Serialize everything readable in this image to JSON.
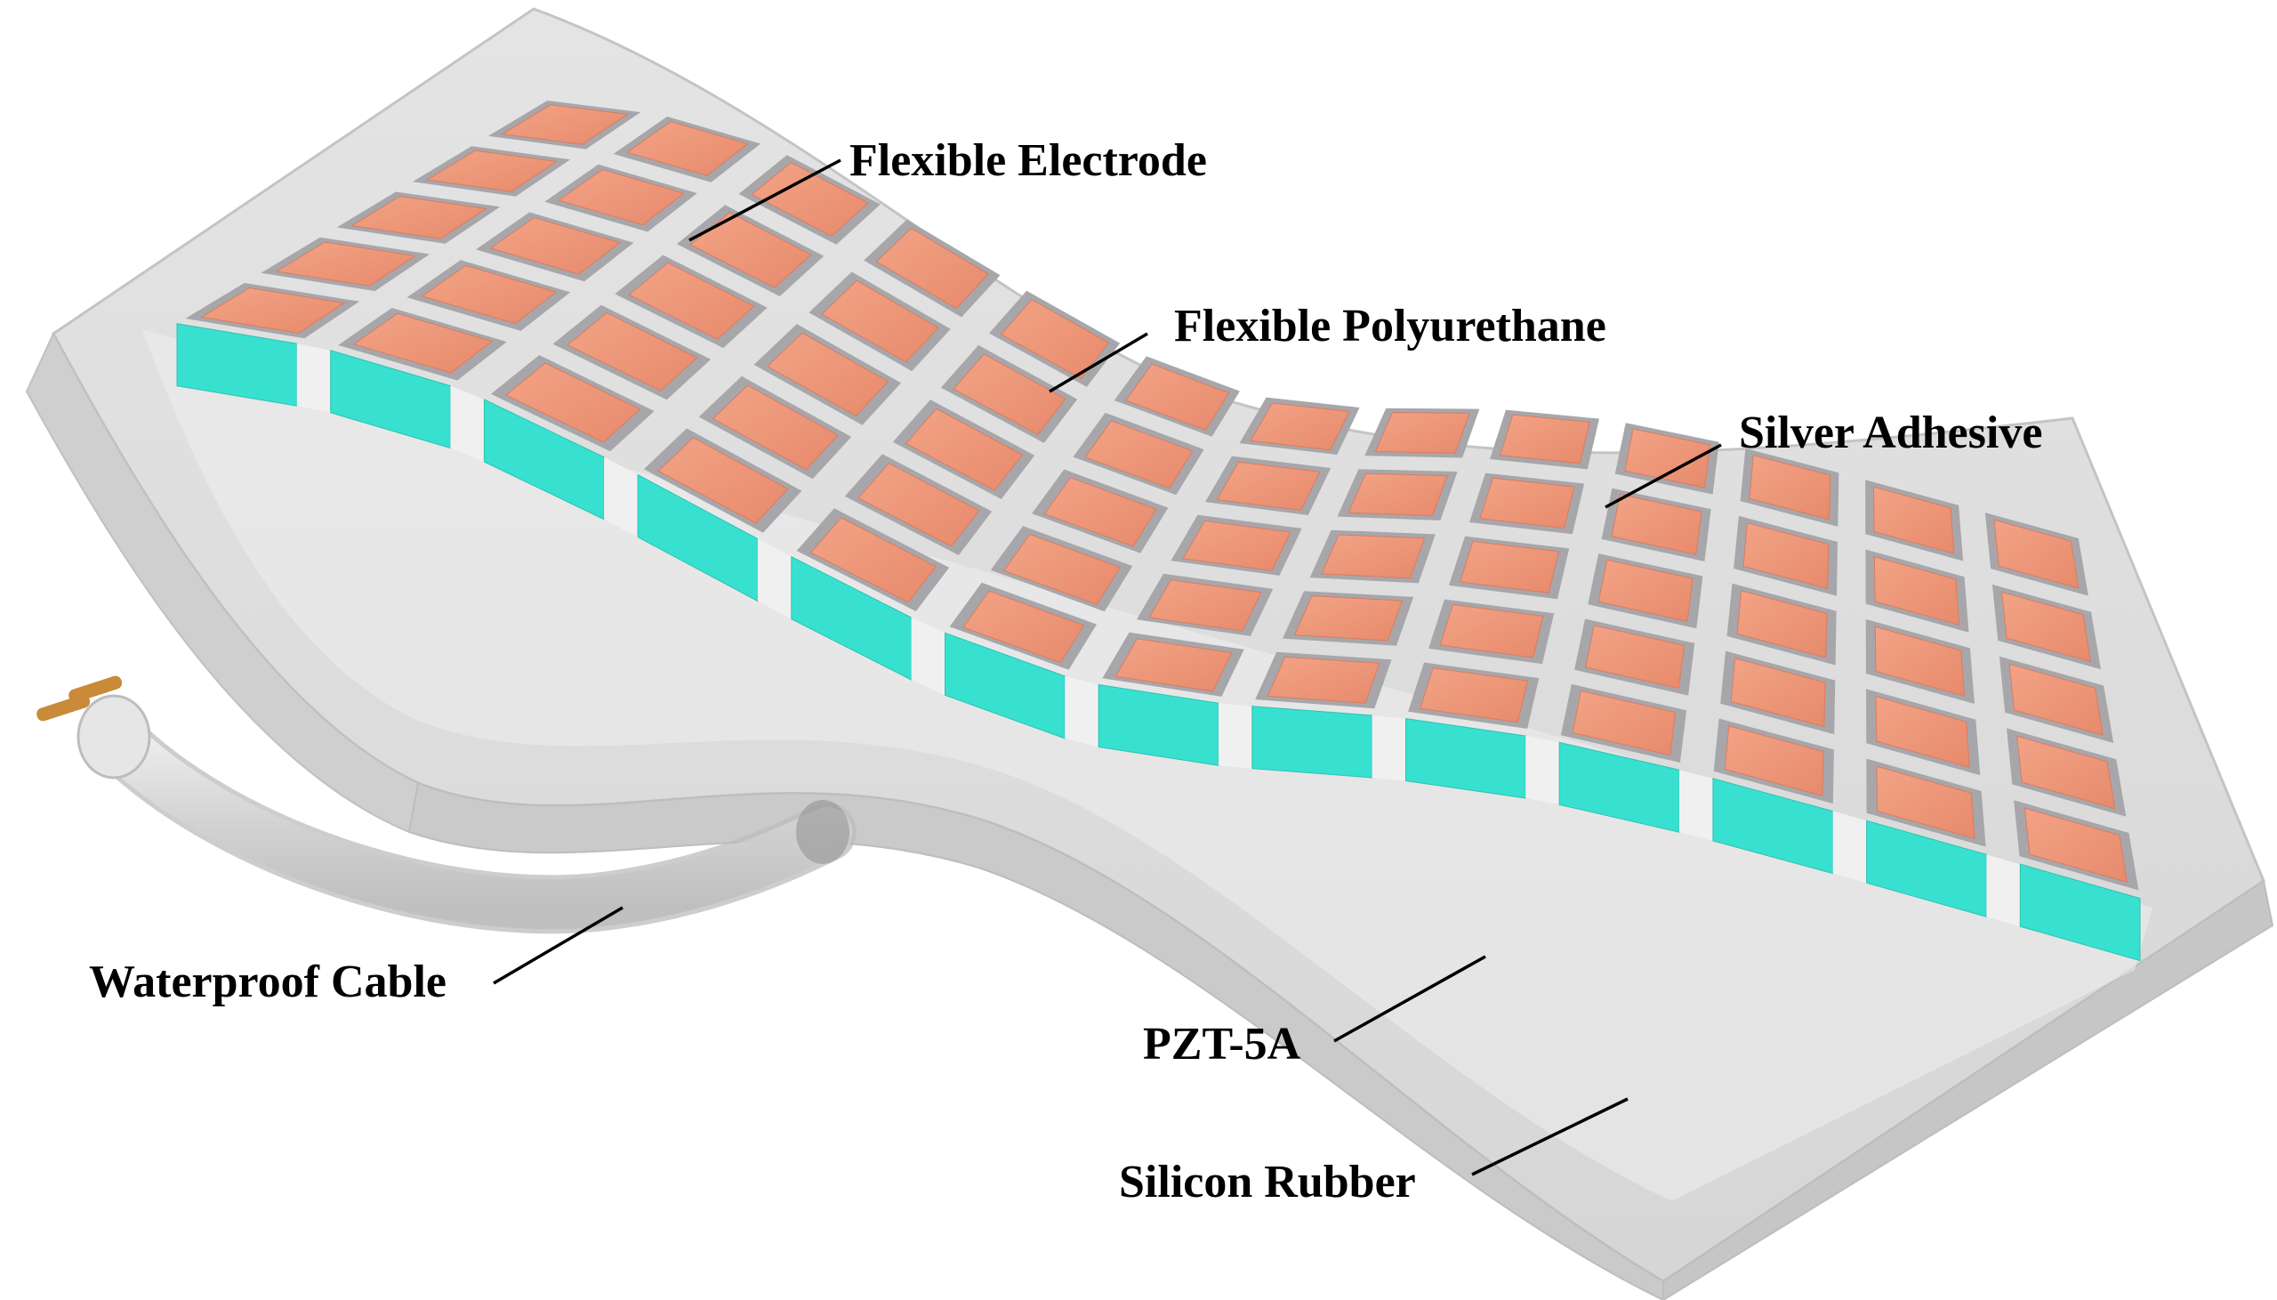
{
  "labels": {
    "flexible_electrode": "Flexible Electrode",
    "flexible_polyurethane": "Flexible Polyurethane",
    "silver_adhesive": "Silver Adhesive",
    "waterproof_cable": "Waterproof Cable",
    "pzt_5a": "PZT-5A",
    "silicon_rubber": "Silicon Rubber"
  },
  "colors": {
    "polyurethane": "#dcdcdc",
    "pzt_side": "#38e0cf",
    "electrode": "#ec9578",
    "silver_adhesive": "#a7a7ab",
    "silicon_rubber": "#f0f0f0",
    "cable": "#d8d8d8",
    "pins": "#c98a3a"
  },
  "array": {
    "rows": 5,
    "columns": 13
  }
}
